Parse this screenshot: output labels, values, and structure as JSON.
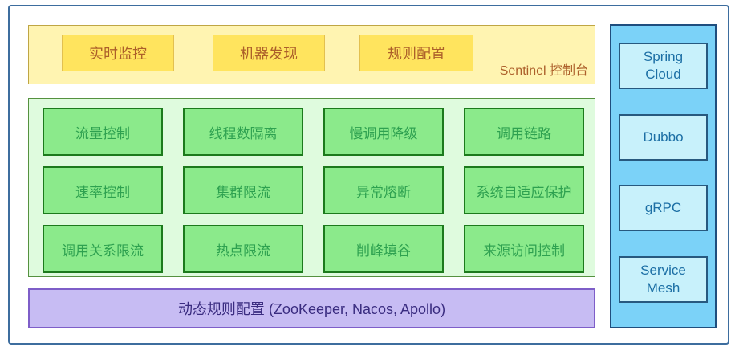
{
  "palette": {
    "frame_border": "#3D6D9E",
    "console_bg": "#FFF4B1",
    "console_border": "#BFA644",
    "console_button_bg": "#FFE45E",
    "console_button_border": "#E3C04F",
    "console_text": "#AC5F2A",
    "capabilities_bg": "#DFFBDE",
    "capabilities_border": "#55913F",
    "capability_bg": "#8BEA8B",
    "capability_border": "#1C7A1C",
    "capability_text": "#2EA150",
    "rules_bg": "#C7BCF3",
    "rules_border": "#7E5EC8",
    "rules_text": "#3A2C80",
    "integrations_bg": "#7BD2F8",
    "integrations_border": "#1F4E7E",
    "integration_box_bg": "#C8F1FB",
    "integration_box_border": "#27597F",
    "integration_text": "#1C6FA5"
  },
  "console": {
    "title": "Sentinel 控制台",
    "buttons": [
      "实时监控",
      "机器发现",
      "规则配置"
    ]
  },
  "capabilities": {
    "items": [
      "流量控制",
      "线程数隔离",
      "慢调用降级",
      "调用链路",
      "速率控制",
      "集群限流",
      "异常熔断",
      "系统自适应保护",
      "调用关系限流",
      "热点限流",
      "削峰填谷",
      "来源访问控制"
    ]
  },
  "dynamic_rules": {
    "label": "动态规则配置 (ZooKeeper, Nacos, Apollo)"
  },
  "integrations": {
    "items": [
      "Spring Cloud",
      "Dubbo",
      "gRPC",
      "Service Mesh"
    ]
  }
}
